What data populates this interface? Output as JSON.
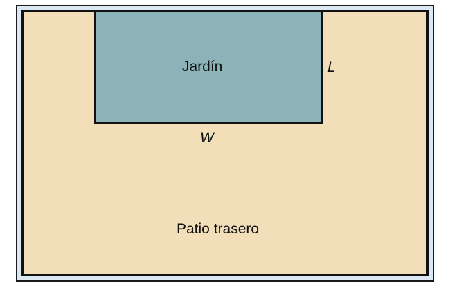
{
  "diagram": {
    "type": "area-layout",
    "regions": [
      {
        "id": "backyard",
        "label": "Patio trasero",
        "color": "#f2dfba"
      },
      {
        "id": "garden",
        "label": "Jardín",
        "color": "#8cb3b7"
      }
    ],
    "dimensions": {
      "length_label": "L",
      "width_label": "W"
    },
    "frame_color": "#d9e8f2"
  }
}
